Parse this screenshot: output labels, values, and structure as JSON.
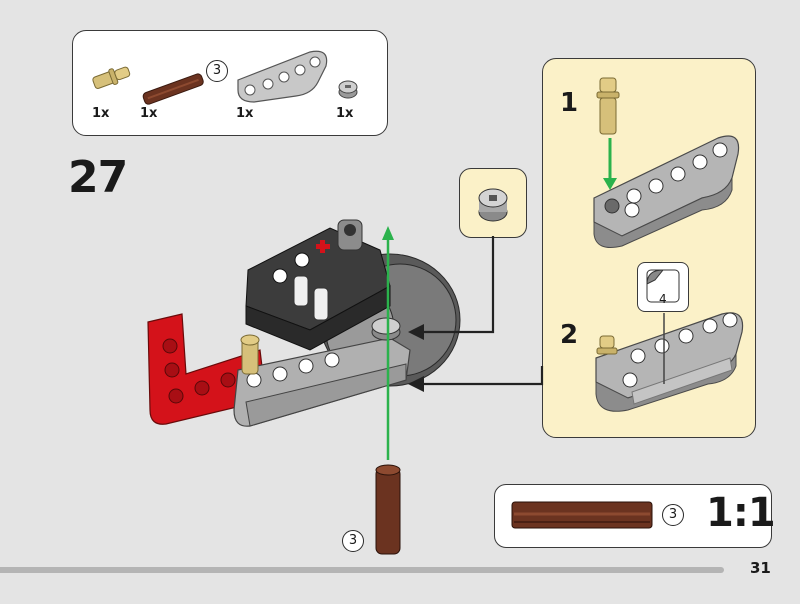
{
  "page": {
    "number": "31",
    "step": "27"
  },
  "parts_list": {
    "items": [
      {
        "name": "tan-axle-pin",
        "qty": "1x"
      },
      {
        "name": "brown-axle-3",
        "qty": "1x",
        "length_label": "3"
      },
      {
        "name": "gray-liftarm-curved",
        "qty": "1x"
      },
      {
        "name": "gray-bush",
        "qty": "1x"
      }
    ]
  },
  "subassembly": {
    "steps": [
      {
        "number": "1"
      },
      {
        "number": "2"
      }
    ],
    "sticker": {
      "number": "4"
    }
  },
  "main_build": {
    "axle_length_label": "3"
  },
  "scale_callout": {
    "length_label": "3",
    "ratio": "1:1"
  },
  "colors": {
    "background": "#e4e4e4",
    "sub_background": "#fbf1c8",
    "red_part": "#d4121a",
    "gray_part": "#a8a8a8",
    "dark_part": "#3c3c3c",
    "brown_axle": "#6b3320",
    "tan_pin": "#d6c07a",
    "arrow_green": "#2bb24c"
  }
}
